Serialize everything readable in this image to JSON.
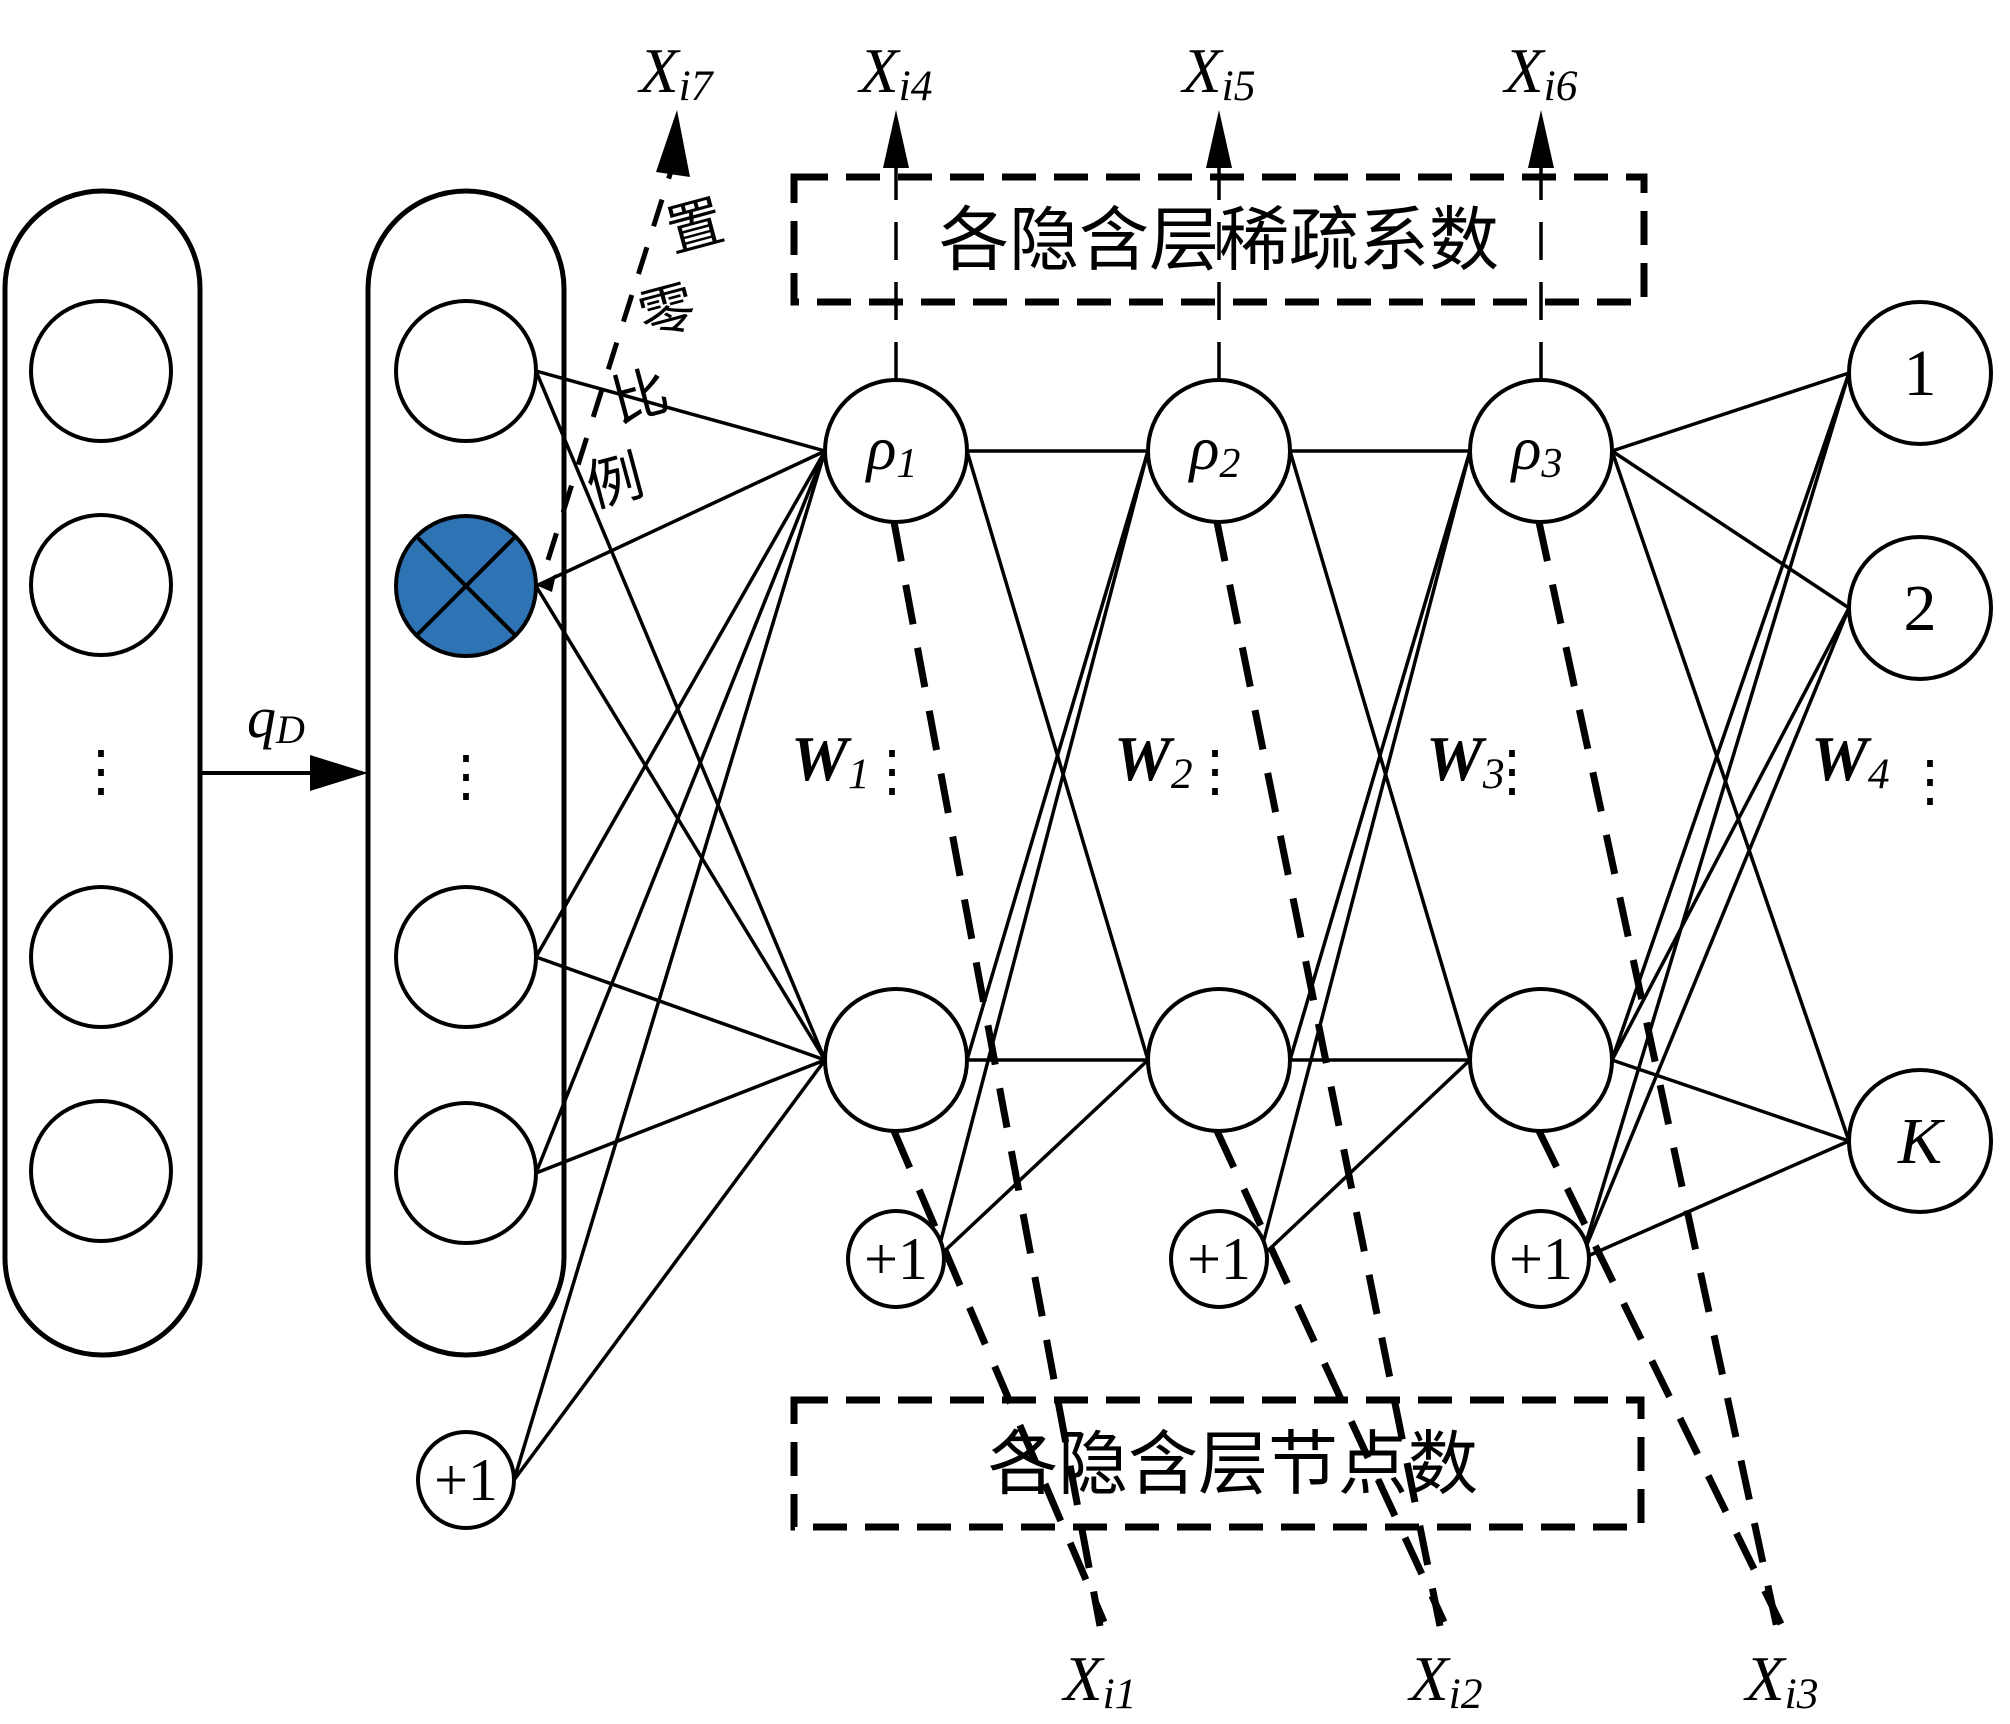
{
  "diagram": {
    "type": "neural-network-architecture",
    "mapping_label": {
      "base": "q",
      "sub": "D"
    },
    "dropout_label": "置零比例",
    "sparsity_box_label": "各隐含层稀疏系数",
    "node_count_box_label": "各隐含层节点数",
    "bias_label": "+1",
    "ellipsis": "⋮",
    "hidden_layers": [
      {
        "rho": {
          "base": "ρ",
          "sub": "1"
        },
        "weight": {
          "base": "W",
          "sub": "1"
        },
        "top_output": {
          "base": "X",
          "sub": "i4"
        },
        "bottom_output": {
          "base": "X",
          "sub": "i1"
        }
      },
      {
        "rho": {
          "base": "ρ",
          "sub": "2"
        },
        "weight": {
          "base": "W",
          "sub": "2"
        },
        "top_output": {
          "base": "X",
          "sub": "i5"
        },
        "bottom_output": {
          "base": "X",
          "sub": "i2"
        }
      },
      {
        "rho": {
          "base": "ρ",
          "sub": "3"
        },
        "weight": {
          "base": "W",
          "sub": "3"
        },
        "top_output": {
          "base": "X",
          "sub": "i6"
        },
        "bottom_output": {
          "base": "X",
          "sub": "i3"
        }
      }
    ],
    "output_weight": {
      "base": "W",
      "sub": "4"
    },
    "dropout_output": {
      "base": "X",
      "sub": "i7"
    },
    "output_nodes": [
      "1",
      "2",
      "K"
    ],
    "colors": {
      "stroke": "#000000",
      "dropped_node_fill": "#2E74B5",
      "background": "#FFFFFF"
    }
  }
}
